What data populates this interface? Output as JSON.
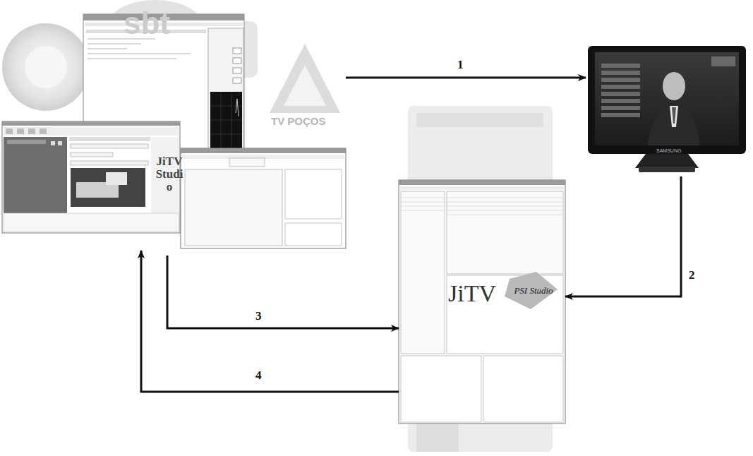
{
  "diagram": {
    "nodes": [
      {
        "text": [
          "JiTV Studio"
        ]
      },
      {
        "text": [
          "SAMSUNG"
        ]
      },
      {
        "text": [
          "JiTV",
          "PSI Studio"
        ]
      }
    ],
    "edges": [
      {
        "from": 0,
        "to": 1,
        "arrow": "to",
        "label": "1"
      },
      {
        "from": 1,
        "to": 2,
        "arrow": "to",
        "label": "2"
      },
      {
        "from": 0,
        "to": 2,
        "arrow": "to",
        "label": "3"
      },
      {
        "from": 2,
        "to": 0,
        "arrow": "to",
        "label": "4"
      }
    ],
    "labels": [
      "sbt",
      "TV POÇOS"
    ]
  }
}
